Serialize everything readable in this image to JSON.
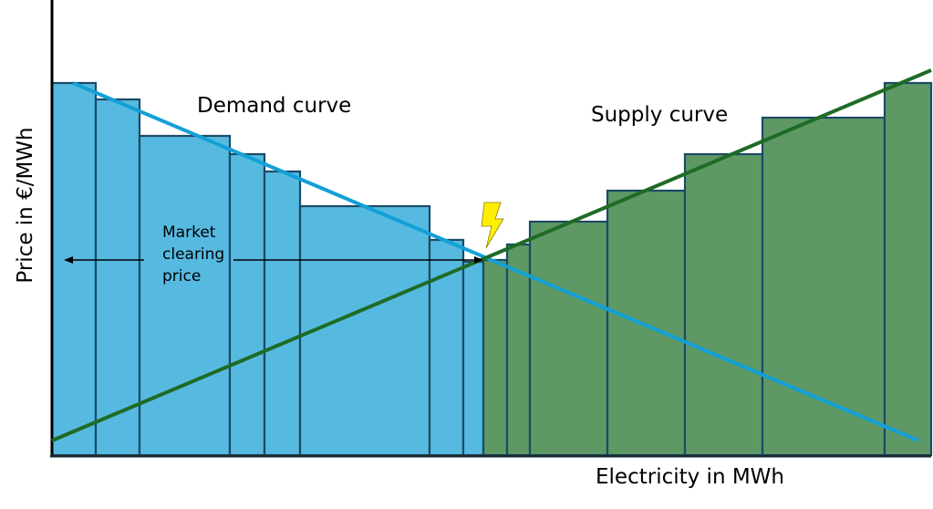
{
  "labels": {
    "demand_curve": "Demand curve",
    "supply_curve": "Supply curve",
    "x_axis": "Electricity in MWh",
    "y_axis": "Price in €/MWh",
    "market_clearing_line1": "Market",
    "market_clearing_line2": "clearing",
    "market_clearing_line3": "price"
  },
  "icons": {
    "intersection": "lightning-bolt-icon"
  },
  "colors": {
    "demand_bar": "#56b9e0",
    "supply_bar": "#5e9965",
    "bar_stroke": "#1b4a66",
    "demand_line": "#12a0d7",
    "supply_line": "#1e6b25",
    "bolt": "#ffee00"
  }
}
